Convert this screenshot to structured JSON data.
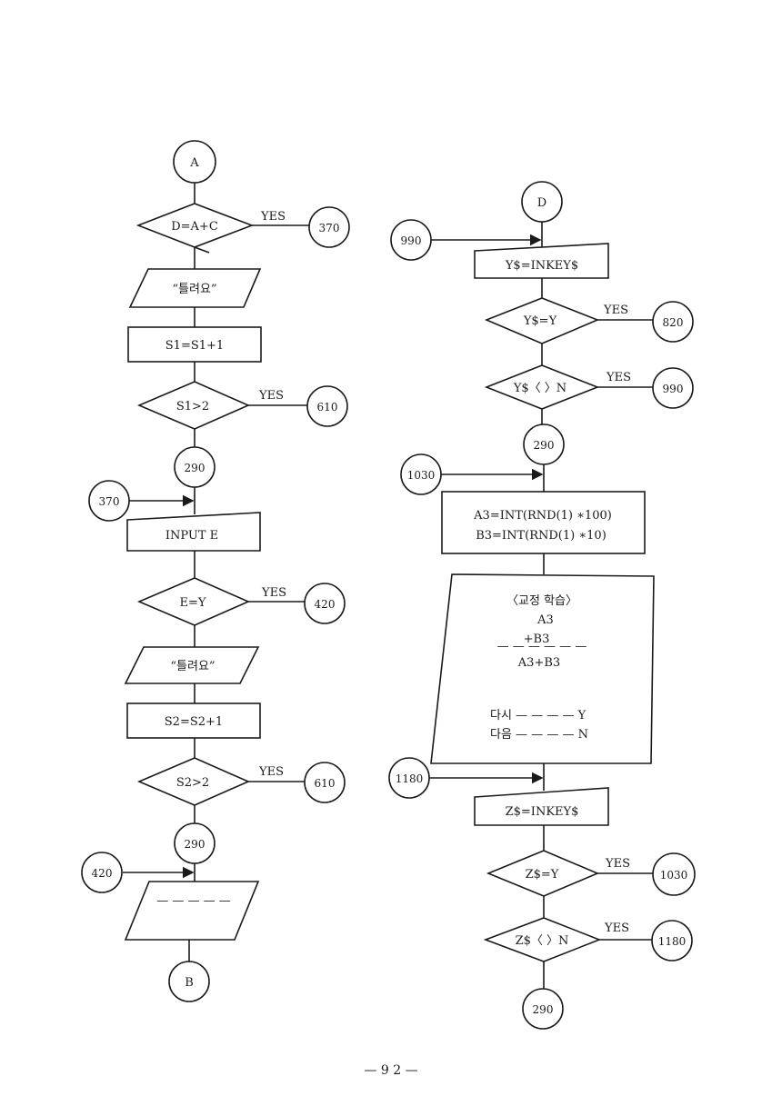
{
  "connectors": {
    "a": "A",
    "b": "B",
    "d": "D",
    "c370": "370",
    "c610a": "610",
    "c290a": "290",
    "c370b": "370",
    "c420": "420",
    "c610b": "610",
    "c290b": "290",
    "c420b": "420",
    "c990a": "990",
    "c820": "820",
    "c990b": "990",
    "c290c": "290",
    "c1030a": "1030",
    "c1180a": "1180",
    "c1030b": "1030",
    "c1180b": "1180",
    "c290d": "290"
  },
  "shapes": {
    "d_eq_ac": "D=A+C",
    "out1": "“틀려요”",
    "s1inc": "S1=S1+1",
    "s1gt2": "S1>2",
    "inputE": "INPUT E",
    "eY": "E=Y",
    "out2": "“틀려요”",
    "s2inc": "S2=S2+1",
    "s2gt2": "S2>2",
    "out3": "— — — — —",
    "yinkey": "Y$=INKEY$",
    "yeqY": "Y$=Y",
    "yneN": "Y$〈 〉N",
    "a3": "A3=INT(RND(1) ∗100)",
    "b3": "B3=INT(RND(1) ∗10)",
    "disp_title": "〈교정 학습〉",
    "disp_a3": "A3",
    "disp_b3": "+B3",
    "disp_dash": "— — — — — —",
    "disp_sum": "A3+B3",
    "disp_again": "다시 — — — — Y",
    "disp_next": "다음 — — — — N",
    "zinkey": "Z$=INKEY$",
    "zeqY": "Z$=Y",
    "zneN": "Z$〈 〉N"
  },
  "yes_labels": {
    "y1": "YES",
    "y2": "YES",
    "y3": "YES",
    "y4": "YES",
    "y5": "YES",
    "y6": "YES",
    "y7": "YES",
    "y8": "YES"
  },
  "page_number": "— 9 2 —"
}
